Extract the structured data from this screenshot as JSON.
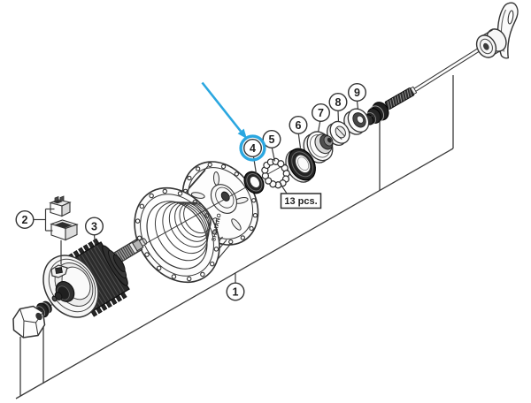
{
  "diagram": {
    "title": "hub-exploded-view",
    "background_color": "#ffffff",
    "line_color": "#3a3a3a",
    "dark_fill": "#262626",
    "accent_color": "#2BA7E0",
    "logo_text": "SHIMANO",
    "quantity_note": {
      "text": "13 pcs."
    },
    "highlighted_callout": "4",
    "callouts": [
      {
        "label": "1"
      },
      {
        "label": "2"
      },
      {
        "label": "3"
      },
      {
        "label": "4"
      },
      {
        "label": "5"
      },
      {
        "label": "6"
      },
      {
        "label": "7"
      },
      {
        "label": "8"
      },
      {
        "label": "9"
      }
    ]
  }
}
